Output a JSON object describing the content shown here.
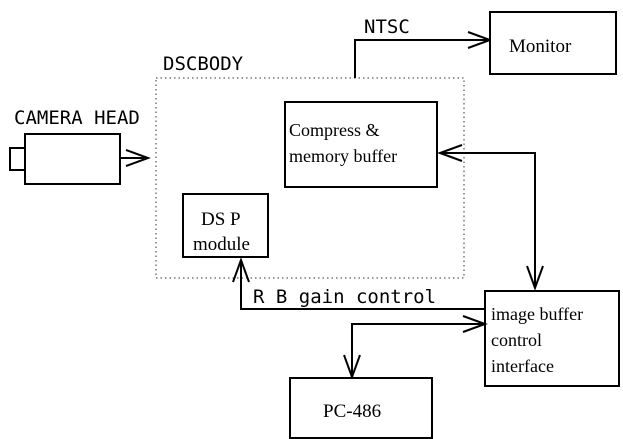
{
  "labels": {
    "camera_head": "CAMERA HEAD",
    "dscbody": "DSCBODY",
    "ntsc": "NTSC",
    "monitor": "Monitor",
    "compress_line1": "Compress &",
    "compress_line2": "memory buffer",
    "dsp_line1": "DS P",
    "dsp_line2": "module",
    "rb_gain": "R B gain control",
    "ibc_line1": "image buffer",
    "ibc_line2": "control",
    "ibc_line3": "interface",
    "pc": "PC-486"
  }
}
